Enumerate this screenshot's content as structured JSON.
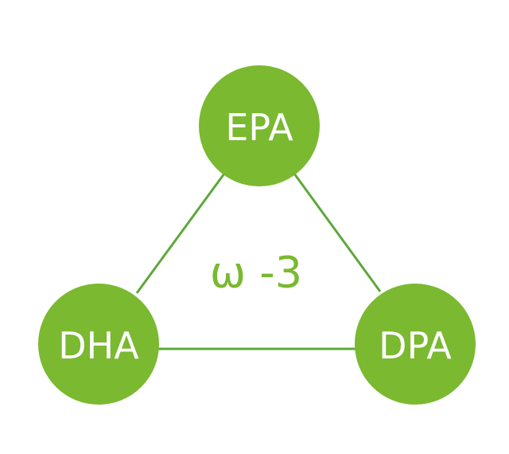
{
  "diagram": {
    "center_label": "ω -3",
    "nodes": {
      "top": {
        "label": "EPA"
      },
      "left": {
        "label": "DHA"
      },
      "right": {
        "label": "DPA"
      }
    },
    "colors": {
      "node_fill": "#7ab930",
      "edge": "#5ea83a",
      "node_text": "#ffffff",
      "center_text": "#7ab930"
    }
  }
}
